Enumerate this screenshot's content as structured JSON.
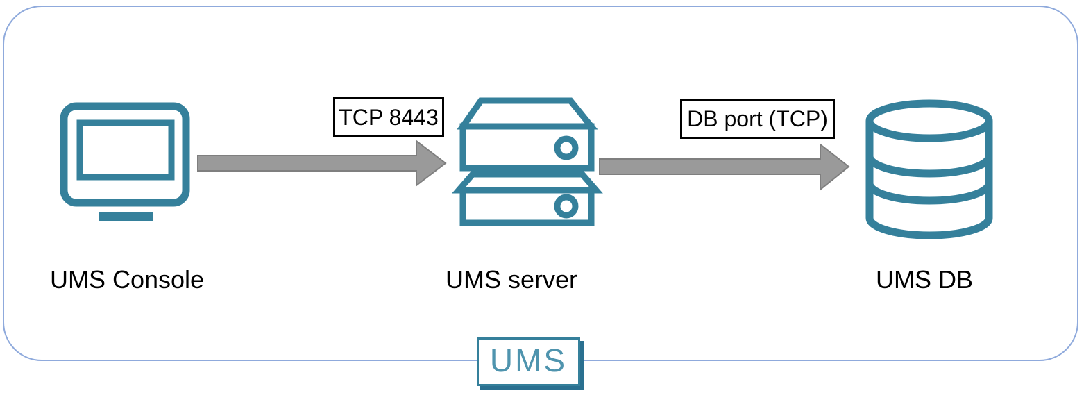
{
  "diagram": {
    "nodes": [
      {
        "id": "ums-console",
        "label": "UMS Console",
        "icon": "monitor-icon"
      },
      {
        "id": "ums-server",
        "label": "UMS server",
        "icon": "server-stack-icon"
      },
      {
        "id": "ums-db",
        "label": "UMS DB",
        "icon": "database-cylinder-icon"
      }
    ],
    "connections": [
      {
        "from": "ums-console",
        "to": "ums-server",
        "label": "TCP 8443",
        "direction": "right"
      },
      {
        "from": "ums-server",
        "to": "ums-db",
        "label": "DB port (TCP)",
        "direction": "right"
      }
    ],
    "badge": {
      "label": "UMS"
    },
    "colors": {
      "icon_teal": "#35809b",
      "arrow_gray": "#9a9a9a",
      "arrow_outline": "#7f7f7f",
      "frame_blue": "#8faadc",
      "label_border": "#000000",
      "label_text": "#000000",
      "badge_text": "#4f94ae",
      "badge_shadow": "#2a7090"
    }
  }
}
